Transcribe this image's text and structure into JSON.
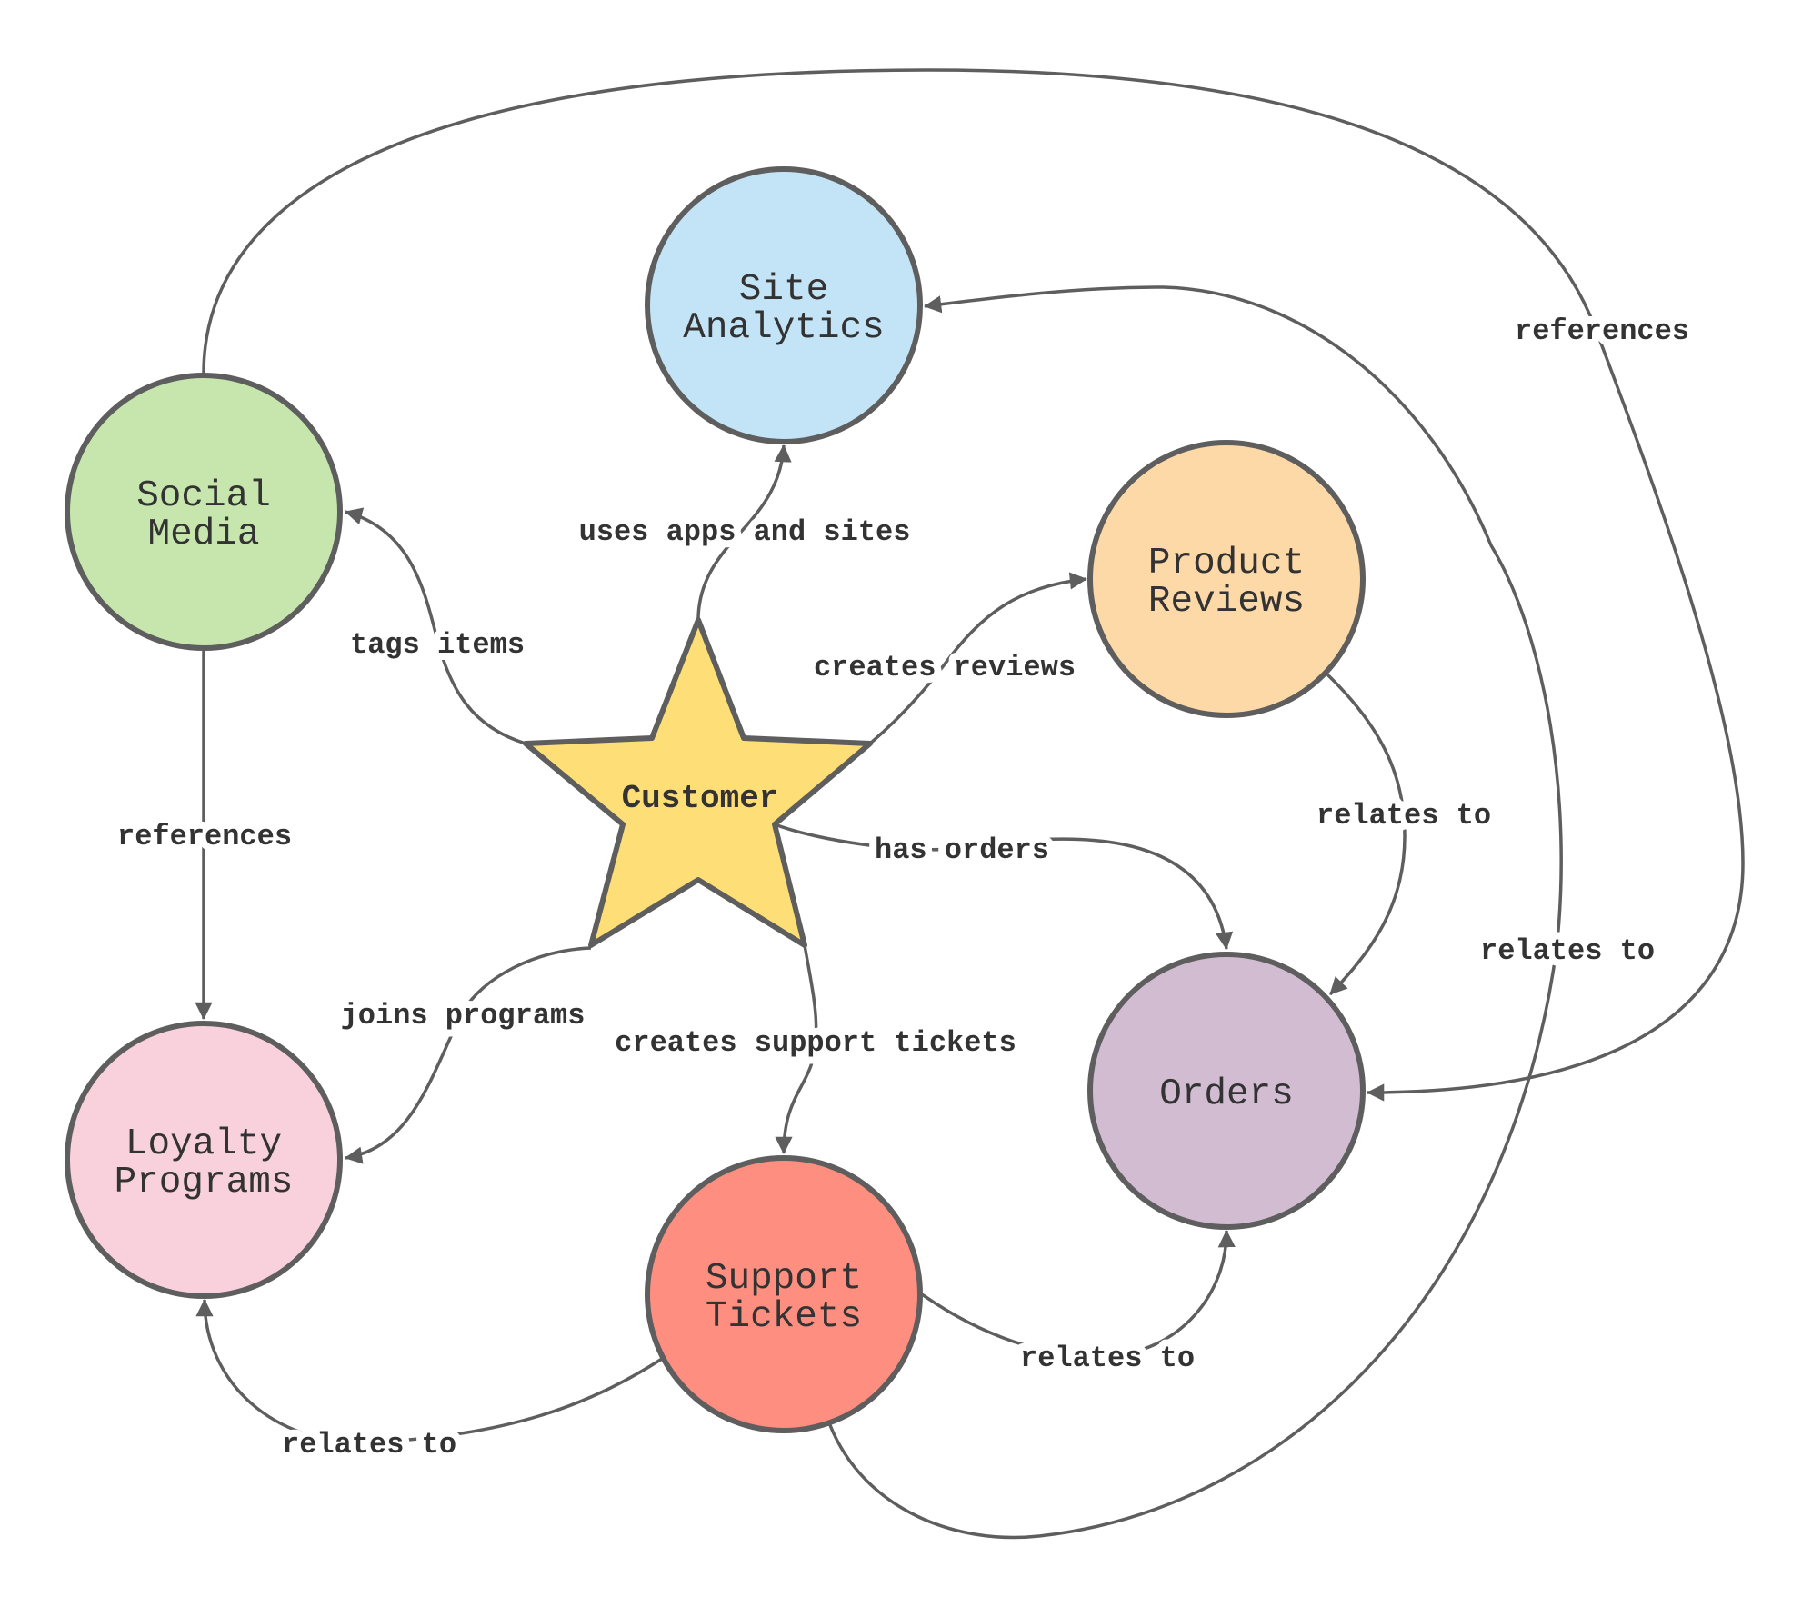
{
  "diagram": {
    "type": "concept-map",
    "central_node": {
      "label": "Customer",
      "shape": "star",
      "color": "#fede76"
    },
    "nodes": {
      "site_analytics": {
        "line1": "Site",
        "line2": "Analytics",
        "color": "#c3e4f6"
      },
      "social_media": {
        "line1": "Social",
        "line2": "Media",
        "color": "#c6e6ae"
      },
      "product_reviews": {
        "line1": "Product",
        "line2": "Reviews",
        "color": "#fdd9a8"
      },
      "orders": {
        "line1": "Orders",
        "color": "#d1bcd2"
      },
      "loyalty_programs": {
        "line1": "Loyalty",
        "line2": "Programs",
        "color": "#f8d1dd"
      },
      "support_tickets": {
        "line1": "Support",
        "line2": "Tickets",
        "color": "#fe8e80"
      }
    },
    "edges": [
      {
        "from": "Customer",
        "to": "Site Analytics",
        "label": "uses apps and sites"
      },
      {
        "from": "Customer",
        "to": "Social Media",
        "label": "tags items"
      },
      {
        "from": "Customer",
        "to": "Product Reviews",
        "label": "creates reviews"
      },
      {
        "from": "Customer",
        "to": "Orders",
        "label": "has orders"
      },
      {
        "from": "Customer",
        "to": "Loyalty Programs",
        "label": "joins programs"
      },
      {
        "from": "Customer",
        "to": "Support Tickets",
        "label": "creates support tickets"
      },
      {
        "from": "Social Media",
        "to": "Loyalty Programs",
        "label": "references"
      },
      {
        "from": "Social Media",
        "to": "Orders",
        "label": "references"
      },
      {
        "from": "Product Reviews",
        "to": "Orders",
        "label": "relates to"
      },
      {
        "from": "Support Tickets",
        "to": "Site Analytics",
        "label": "relates to"
      },
      {
        "from": "Support Tickets",
        "to": "Orders",
        "label": "relates to"
      },
      {
        "from": "Support Tickets",
        "to": "Loyalty Programs",
        "label": "relates to"
      }
    ],
    "stroke_color": "#5e5e5e",
    "text_color": "#333333"
  }
}
